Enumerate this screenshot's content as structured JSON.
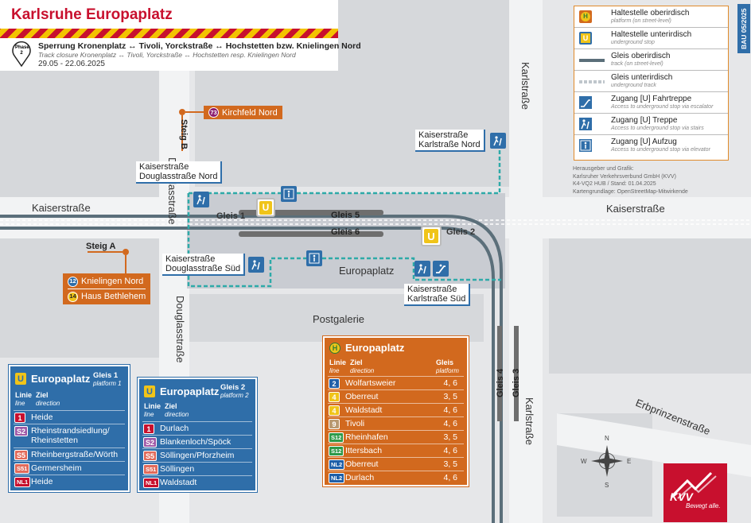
{
  "header": {
    "title": "Karlsruhe Europaplatz",
    "phase_label": "Phase 2",
    "closure_de": "Sperrung Kronenplatz ↔ Tivoli, Yorckstraße ↔ Hochstetten bzw. Knielingen Nord",
    "closure_en": "Track closure Kronenplatz ↔ Tivoli, Yorckstraße ↔ Hochstetten resp. Knielingen Nord",
    "dates": "29.05 - 22.06.2025"
  },
  "side_tag": "BAU 05/2025",
  "legend": [
    {
      "icon": "surface-stop-icon",
      "de": "Haltestelle oberirdisch",
      "en": "platform (on street-level)"
    },
    {
      "icon": "underground-stop-icon",
      "de": "Haltestelle unterirdisch",
      "en": "underground stop"
    },
    {
      "icon": "surface-track-icon",
      "de": "Gleis oberirdisch",
      "en": "track (on street-level)"
    },
    {
      "icon": "underground-track-icon",
      "de": "Gleis unterirdisch",
      "en": "underground track"
    },
    {
      "icon": "escalator-icon",
      "de": "Zugang [U] Fahrtreppe",
      "en": "Access to underground stop via escalator"
    },
    {
      "icon": "stairs-icon",
      "de": "Zugang [U] Treppe",
      "en": "Access to underground stop via stairs"
    },
    {
      "icon": "elevator-icon",
      "de": "Zugang [U] Aufzug",
      "en": "Access to underground stop via elevator"
    }
  ],
  "publisher": [
    "Herausgeber und Grafik:",
    "Karlsruher Verkehrsverbund GmbH (KVV)",
    "K4-VQ2 HUB / Stand: 01.04.2025",
    "Kartengrundlage: OpenStreetMap-Mitwirkende"
  ],
  "streets": {
    "kaiserstrasse_west": "Kaiserstraße",
    "kaiserstrasse_east": "Kaiserstraße",
    "douglasstrasse_top": "Douglasstraße",
    "douglasstrasse_bottom": "Douglasstraße",
    "karlstrasse_top": "Karlstraße",
    "karlstrasse_bottom": "Karlstraße",
    "europaplatz": "Europaplatz",
    "postgalerie": "Postgalerie",
    "erbprinzenstrasse": "Erbprinzenstraße"
  },
  "tracks": {
    "gleis1": "Gleis 1",
    "gleis2": "Gleis 2",
    "gleis3": "Gleis 3",
    "gleis4": "Gleis 4",
    "gleis5": "Gleis 5",
    "gleis6": "Gleis 6"
  },
  "steig": {
    "a": "Steig A",
    "b": "Steig B"
  },
  "exits": {
    "douglas_nord": "Kaiserstraße\nDouglasstraße Nord",
    "douglas_sued": "Kaiserstraße\nDouglasstraße Süd",
    "karl_nord": "Kaiserstraße\nKarlstraße Nord",
    "karl_sued": "Kaiserstraße\nKarlstraße Süd"
  },
  "bus": {
    "b73": {
      "num": "73",
      "dest": "Kirchfeld Nord"
    },
    "b12": {
      "num": "12",
      "dest": "Knielingen Nord"
    },
    "b14": {
      "num": "14",
      "dest": "Haus Bethlehem"
    }
  },
  "table_gleis1": {
    "title": "Europaplatz",
    "gleis_de": "Gleis 1",
    "gleis_en": "platform 1",
    "col_line_de": "Linie",
    "col_line_en": "line",
    "col_dest_de": "Ziel",
    "col_dest_en": "direction",
    "rows": [
      {
        "line": "1",
        "color": "#c8102e",
        "dest": "Heide"
      },
      {
        "line": "S2",
        "color": "#a05aa8",
        "dest": "Rheinstrandsiedlung/\nRheinstetten"
      },
      {
        "line": "S5",
        "color": "#e26a5a",
        "dest": "Rheinbergstraße/Wörth"
      },
      {
        "line": "S51",
        "color": "#e26a5a",
        "dest": "Germersheim"
      },
      {
        "line": "NL1",
        "color": "#c8102e",
        "dest": "Heide"
      }
    ]
  },
  "table_gleis2": {
    "title": "Europaplatz",
    "gleis_de": "Gleis 2",
    "gleis_en": "platform 2",
    "col_line_de": "Linie",
    "col_line_en": "line",
    "col_dest_de": "Ziel",
    "col_dest_en": "direction",
    "rows": [
      {
        "line": "1",
        "color": "#c8102e",
        "dest": "Durlach"
      },
      {
        "line": "S2",
        "color": "#a05aa8",
        "dest": "Blankenloch/Spöck"
      },
      {
        "line": "S5",
        "color": "#e26a5a",
        "dest": "Söllingen/Pforzheim"
      },
      {
        "line": "S51",
        "color": "#e26a5a",
        "dest": "Söllingen"
      },
      {
        "line": "NL1",
        "color": "#c8102e",
        "dest": "Waldstadt"
      }
    ]
  },
  "table_surface": {
    "title": "Europaplatz",
    "col_line_de": "Linie",
    "col_line_en": "line",
    "col_dest_de": "Ziel",
    "col_dest_en": "direction",
    "col_plat_de": "Gleis",
    "col_plat_en": "platform",
    "rows": [
      {
        "line": "2",
        "color": "#1f5fa8",
        "dest": "Wolfartsweier",
        "plat": "4, 6"
      },
      {
        "line": "4",
        "color": "#f0c419",
        "dest": "Oberreut",
        "plat": "3, 5"
      },
      {
        "line": "4",
        "color": "#f0c419",
        "dest": "Waldstadt",
        "plat": "4, 6"
      },
      {
        "line": "9",
        "color": "#b89870",
        "dest": "Tivoli",
        "plat": "4, 6"
      },
      {
        "line": "S12",
        "color": "#2e9a4a",
        "dest": "Rheinhafen",
        "plat": "3, 5"
      },
      {
        "line": "S12",
        "color": "#2e9a4a",
        "dest": "Ittersbach",
        "plat": "4, 6"
      },
      {
        "line": "NL2",
        "color": "#1f5fa8",
        "dest": "Oberreut",
        "plat": "3, 5"
      },
      {
        "line": "NL2",
        "color": "#1f5fa8",
        "dest": "Durlach",
        "plat": "4, 6"
      }
    ]
  },
  "compass": {
    "n": "N",
    "s": "S",
    "e": "E",
    "w": "W"
  },
  "kvv": {
    "brand": "KVV",
    "slogan": "Bewegt alle."
  }
}
